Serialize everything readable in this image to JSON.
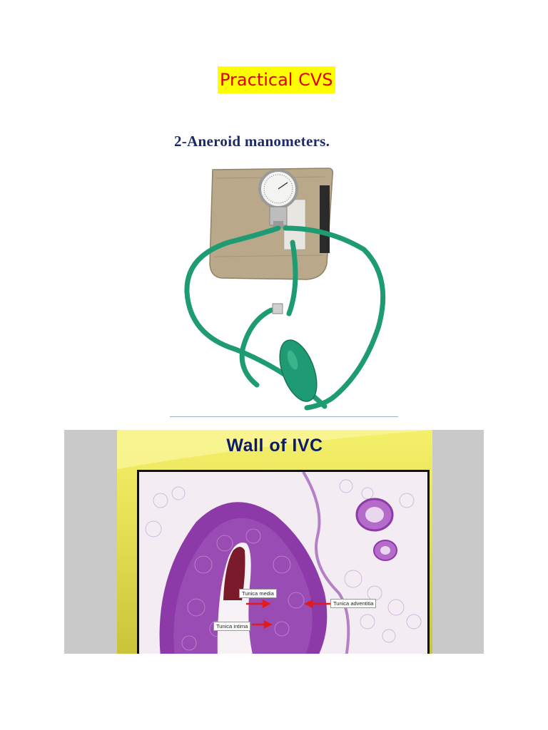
{
  "document": {
    "title": "Practical CVS"
  },
  "slide1": {
    "heading": "2-Aneroid  manometers."
  },
  "slide2": {
    "title": "Wall of IVC",
    "labels": {
      "tunica_media": "Tunica media",
      "tunica_adventitia": "Tunica adventitia",
      "tunica_intima": "Tunica intima"
    }
  },
  "colors": {
    "title_highlight": "#ffff00",
    "title_text": "#e00000",
    "slide_background": "#e9e35a",
    "tissue_purple": "#8b3aa8",
    "hose_green": "#1f9b73",
    "cuff_tan": "#b9a98a",
    "arrow_red": "#e11b1b"
  }
}
